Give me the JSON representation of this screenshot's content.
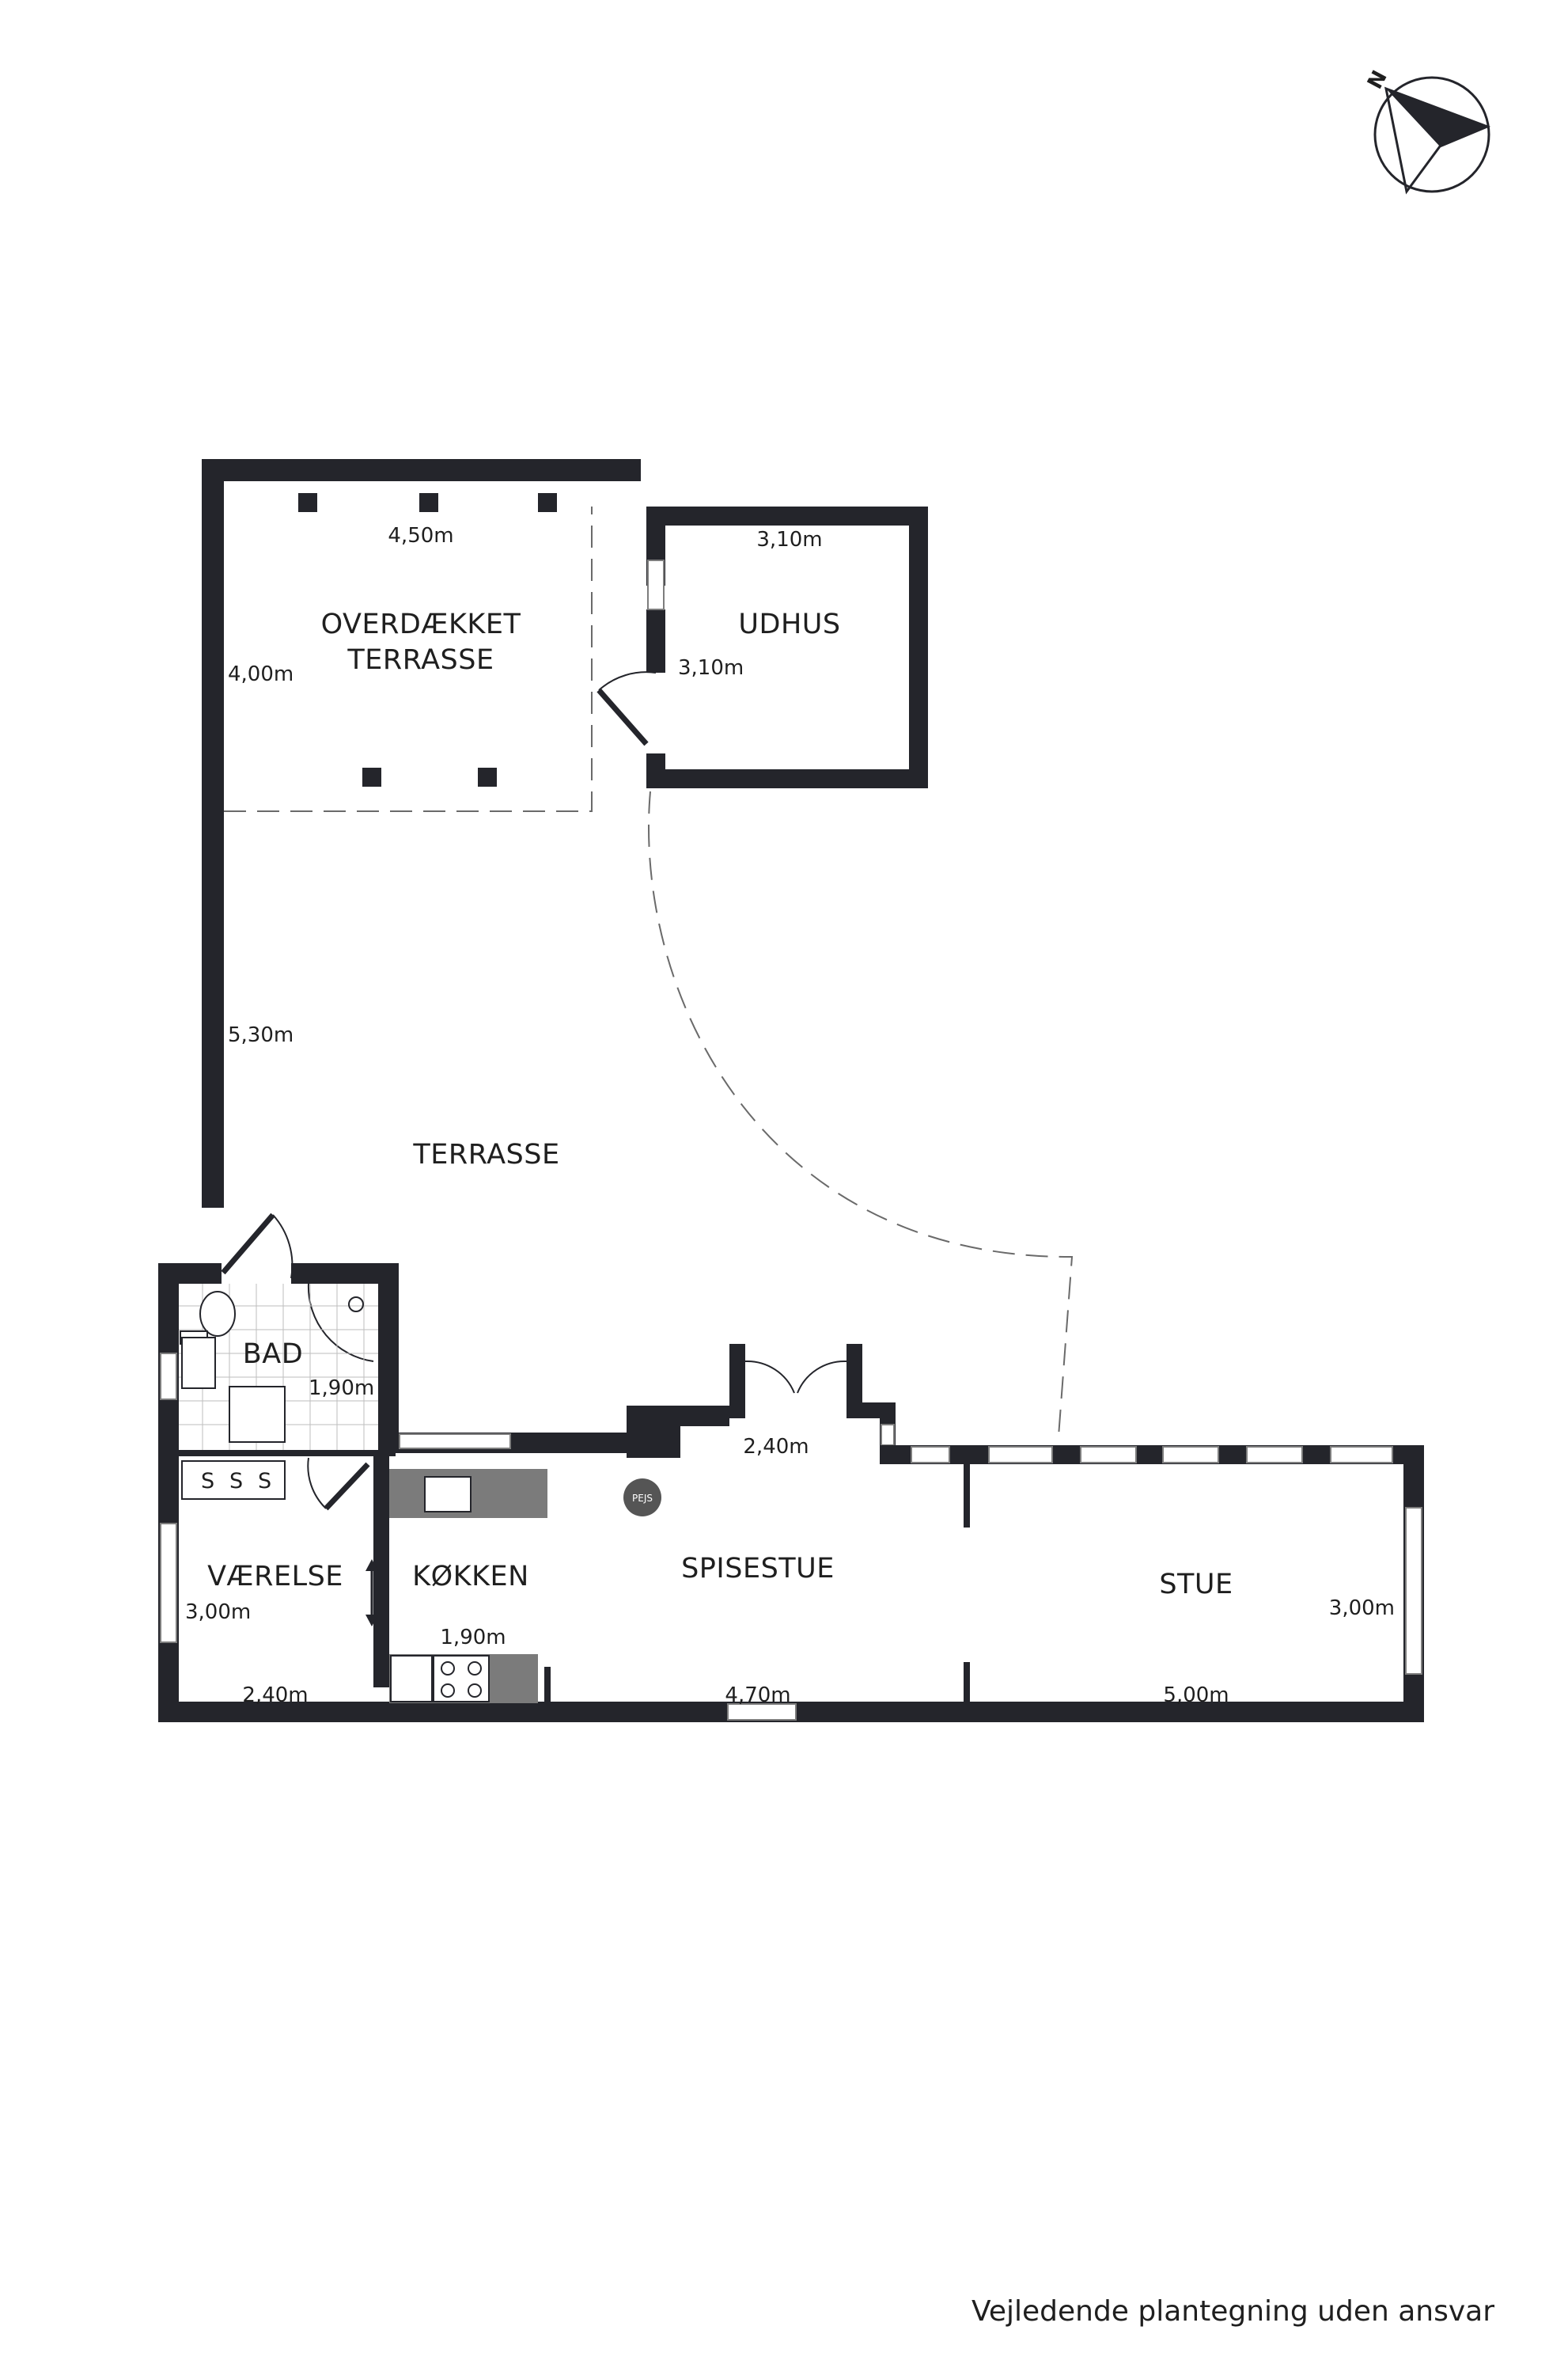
{
  "rooms": {
    "overdaekket": [
      "OVERDÆKKET",
      "TERRASSE"
    ],
    "udhus": "UDHUS",
    "terrasse": "TERRASSE",
    "bad": "BAD",
    "vaerelse": "VÆRELSE",
    "koekken": "KØKKEN",
    "spisestue": "SPISESTUE",
    "stue": "STUE"
  },
  "dimensions": {
    "overdaekket_width": "4,50m",
    "overdaekket_height": "4,00m",
    "udhus_width": "3,10m",
    "udhus_height": "3,10m",
    "terrasse_height": "5,30m",
    "bad_width": "1,90m",
    "vaerelse_height": "3,00m",
    "vaerelse_width": "2,40m",
    "koekken_width": "1,90m",
    "spisestue_bay": "2,40m",
    "spisestue_width": "4,70m",
    "stue_width": "5,00m",
    "stue_height": "3,00m"
  },
  "fixtures": {
    "fireplace": "PEJS",
    "wardrobe": [
      "S",
      "S",
      "S"
    ]
  },
  "compass": {
    "label": "N"
  },
  "footer": {
    "disclaimer": "Vejledende plantegning uden ansvar"
  },
  "colors": {
    "wall": "#24252b",
    "counter": "#7b7b7b",
    "window_frame": "#7d7d7d"
  }
}
